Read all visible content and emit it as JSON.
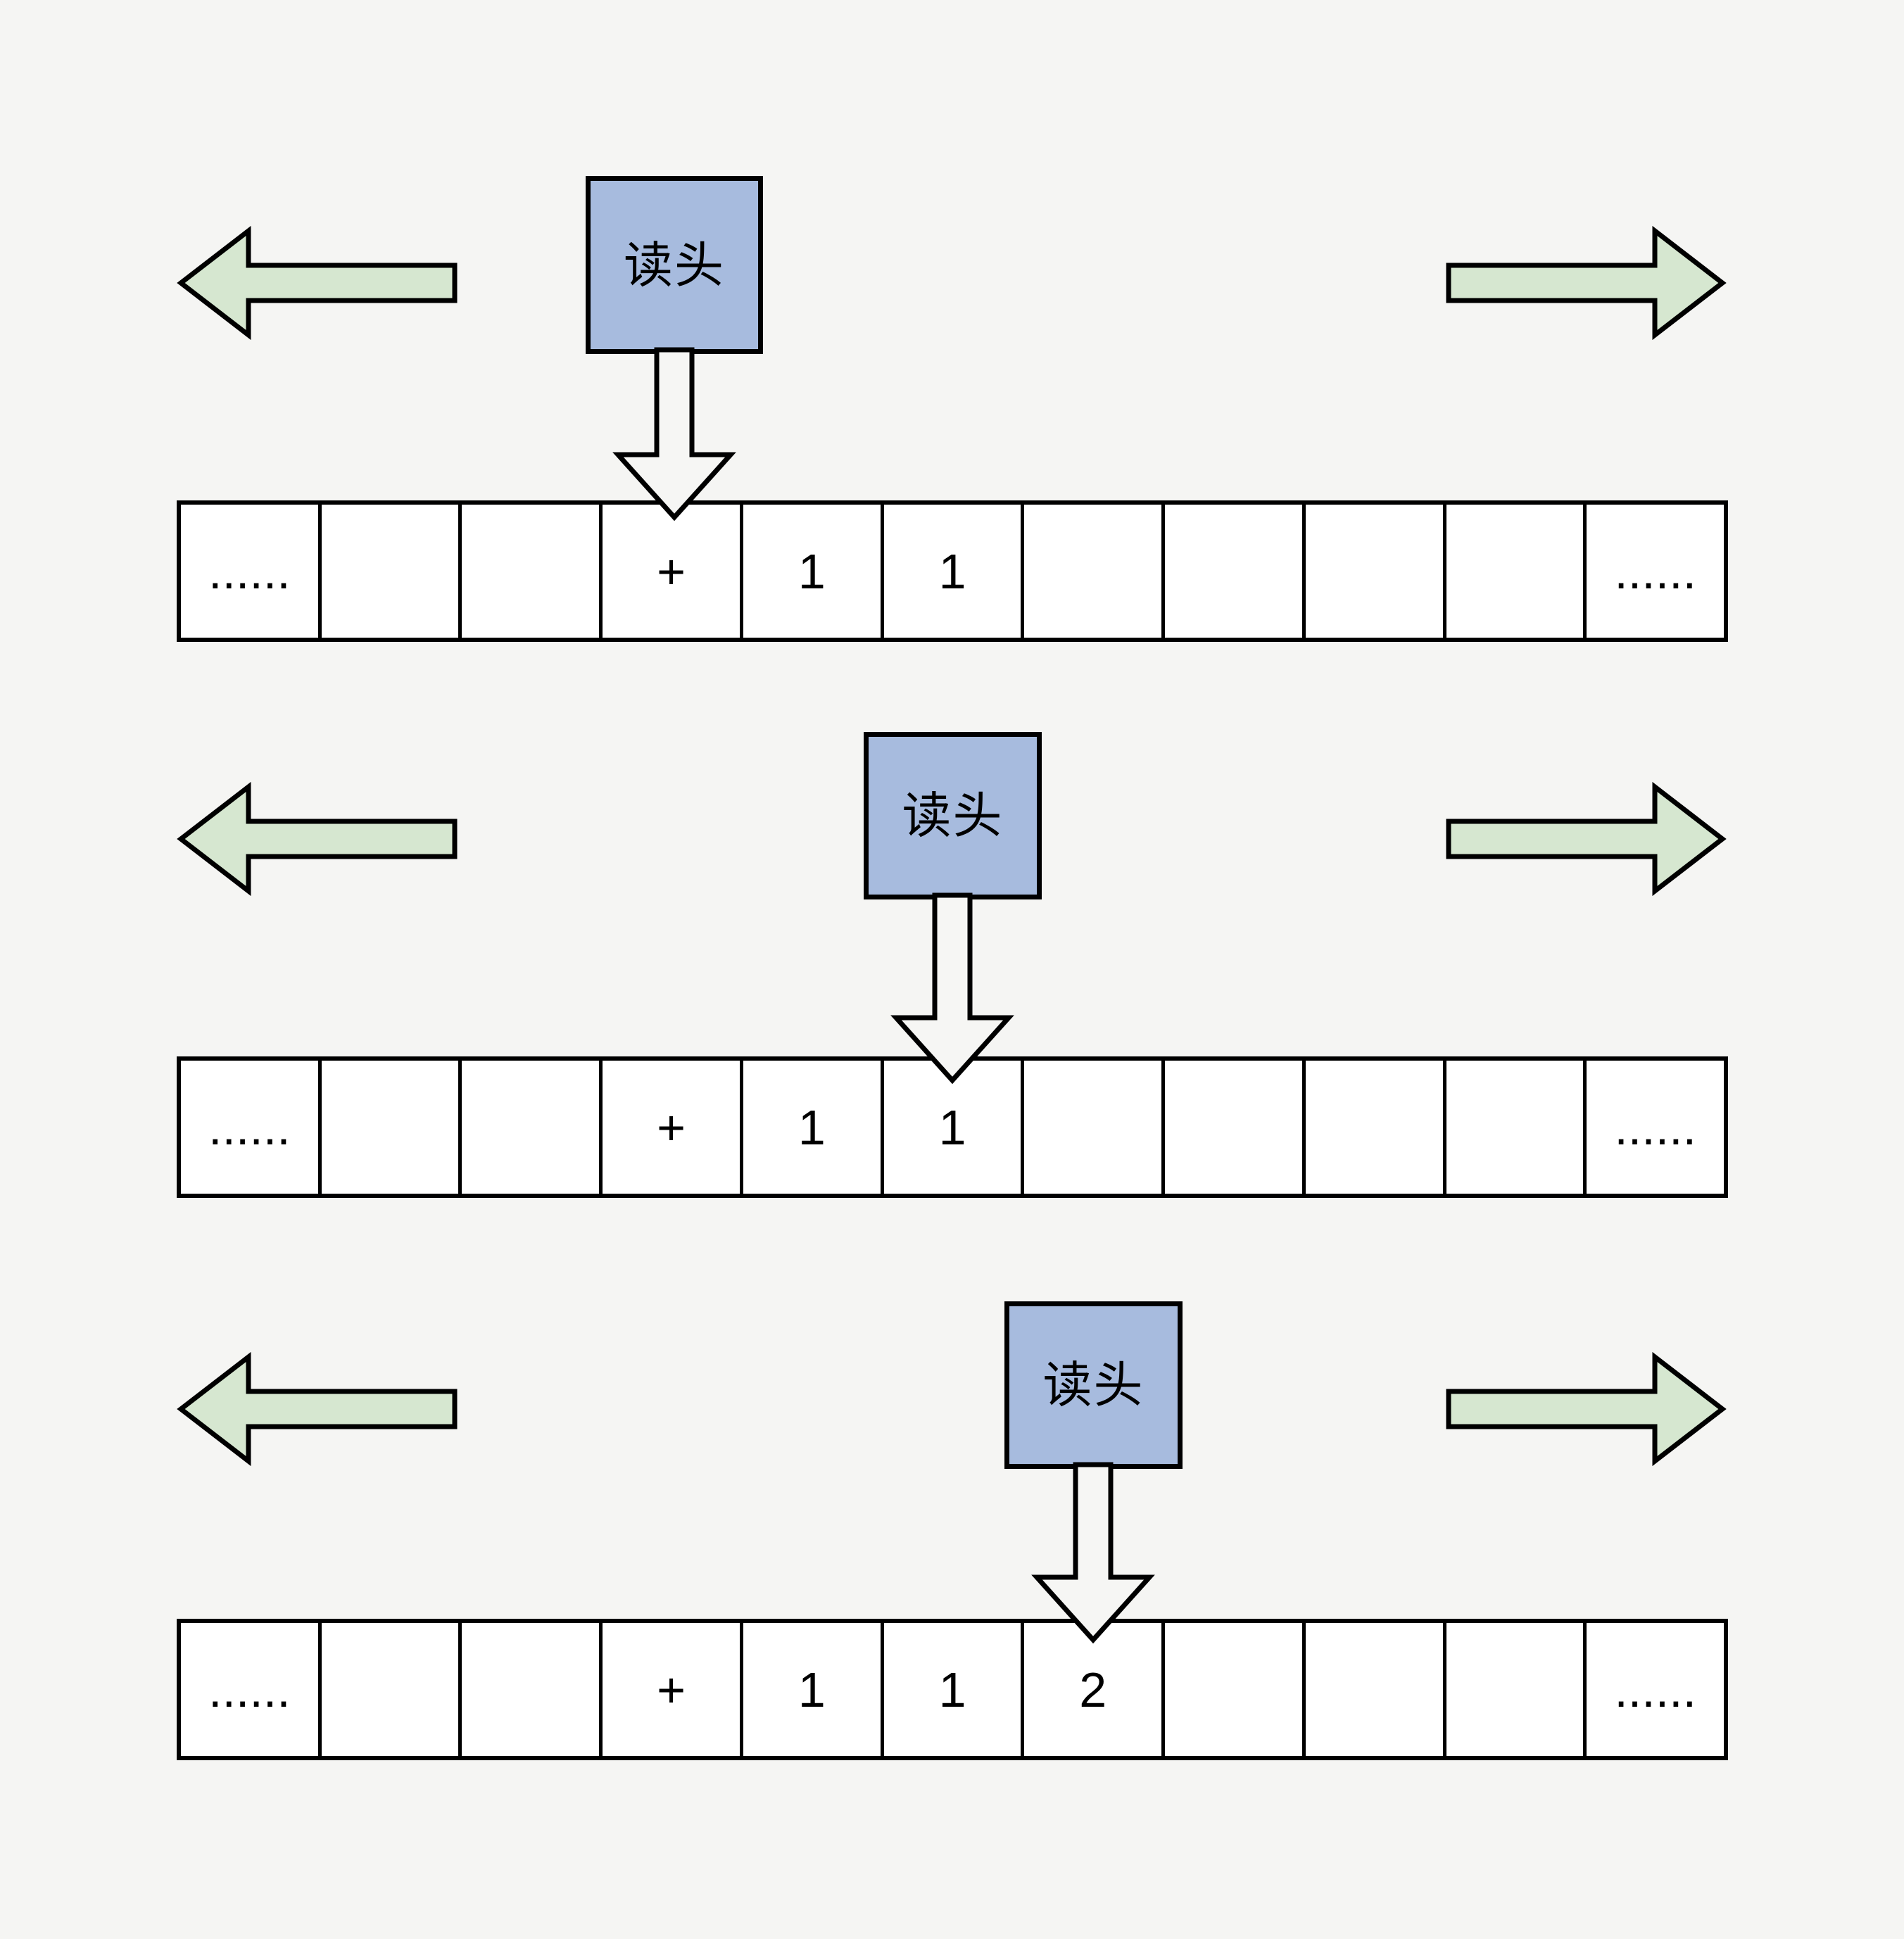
{
  "diagram": "turing-tape-read-head-steps",
  "colors": {
    "background": "#f5f5f3",
    "head_box_fill": "#a7bbde",
    "move_arrow_fill": "#d6e7d0",
    "pointer_fill": "#f6f6f4",
    "tape_cell_fill": "#ffffff",
    "outline": "#000000"
  },
  "sections": [
    {
      "head_label": "读头",
      "head_cell_index": 3,
      "cells": [
        "......",
        "",
        "",
        "+",
        "1",
        "1",
        "",
        "",
        "",
        "",
        "......"
      ]
    },
    {
      "head_label": "读头",
      "head_cell_index": 5,
      "cells": [
        "......",
        "",
        "",
        "+",
        "1",
        "1",
        "",
        "",
        "",
        "",
        "......"
      ]
    },
    {
      "head_label": "读头",
      "head_cell_index": 6,
      "cells": [
        "......",
        "",
        "",
        "+",
        "1",
        "1",
        "2",
        "",
        "",
        "",
        "......"
      ]
    }
  ]
}
